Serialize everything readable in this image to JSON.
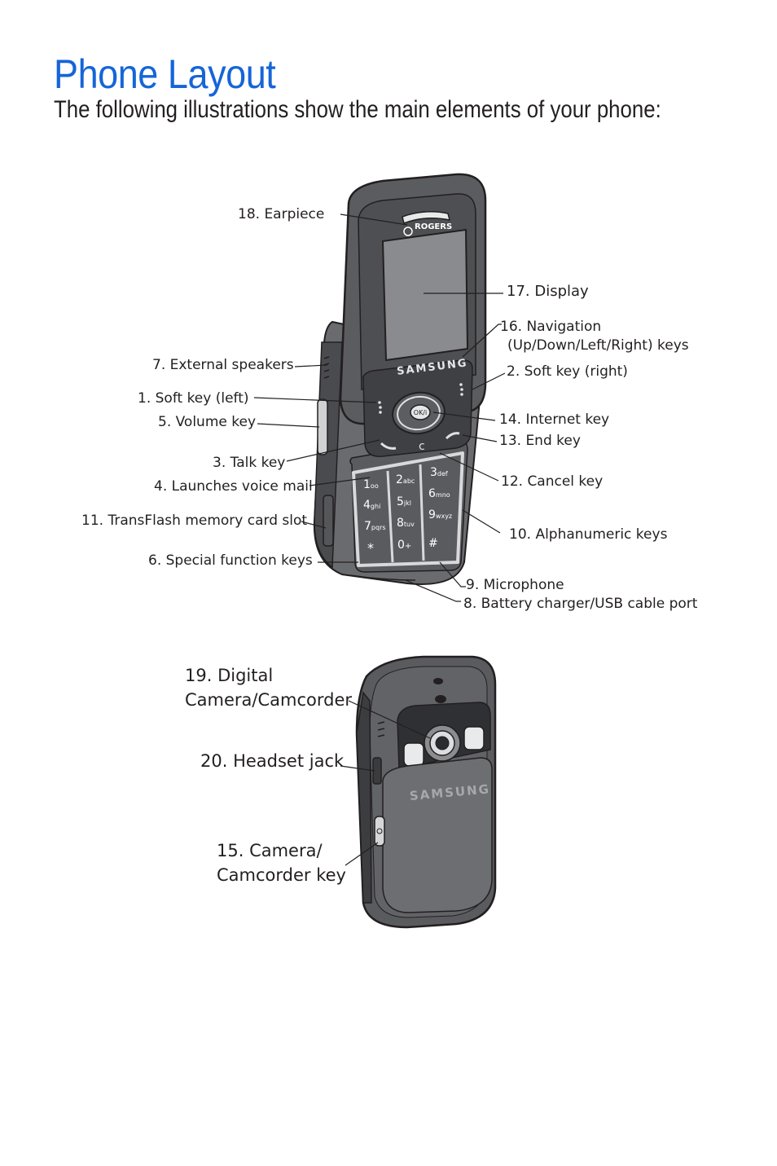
{
  "page": {
    "title": "Phone Layout",
    "subtitle": "The following illustrations show the main elements of your phone:"
  },
  "front_labels": {
    "earpiece": "18. Earpiece",
    "display": "17. Display",
    "navigation_1": "16. Navigation",
    "navigation_2": "(Up/Down/Left/Right) keys",
    "external_speakers": "7. External speakers",
    "soft_key_right": "2. Soft key (right)",
    "soft_key_left": "1. Soft key (left)",
    "volume_key": "5. Volume key",
    "internet_key": "14. Internet key",
    "end_key": "13. End key",
    "talk_key": "3. Talk key",
    "voice_mail": "4. Launches voice mail",
    "cancel_key": "12. Cancel key",
    "transflash": "11. TransFlash memory card slot",
    "alphanumeric": "10. Alphanumeric keys",
    "special_function": "6. Special function keys",
    "microphone": "9. Microphone",
    "charger_port": "8. Battery charger/USB cable port"
  },
  "back_labels": {
    "camera_1": "19. Digital",
    "camera_2": "Camera/Camcorder",
    "headset": "20. Headset jack",
    "camera_key_1": "15. Camera/",
    "camera_key_2": "Camcorder key"
  },
  "phone": {
    "carrier_logo": "ROGERS",
    "brand": "SAMSUNG",
    "ok_key": "OK/i",
    "keypad": [
      {
        "digit": "1",
        "letters": "oo"
      },
      {
        "digit": "2",
        "letters": "abc"
      },
      {
        "digit": "3",
        "letters": "def"
      },
      {
        "digit": "4",
        "letters": "ghi"
      },
      {
        "digit": "5",
        "letters": "jkl"
      },
      {
        "digit": "6",
        "letters": "mno"
      },
      {
        "digit": "7",
        "letters": "pqrs"
      },
      {
        "digit": "8",
        "letters": "tuv"
      },
      {
        "digit": "9",
        "letters": "wxyz"
      },
      {
        "digit": "*",
        "letters": ""
      },
      {
        "digit": "0",
        "letters": "+"
      },
      {
        "digit": "#",
        "letters": ""
      }
    ]
  },
  "colors": {
    "title": "#1565d8",
    "phone_body": "#5b5c60",
    "phone_dark": "#3c3d41",
    "screen": "#8a8b8f"
  }
}
